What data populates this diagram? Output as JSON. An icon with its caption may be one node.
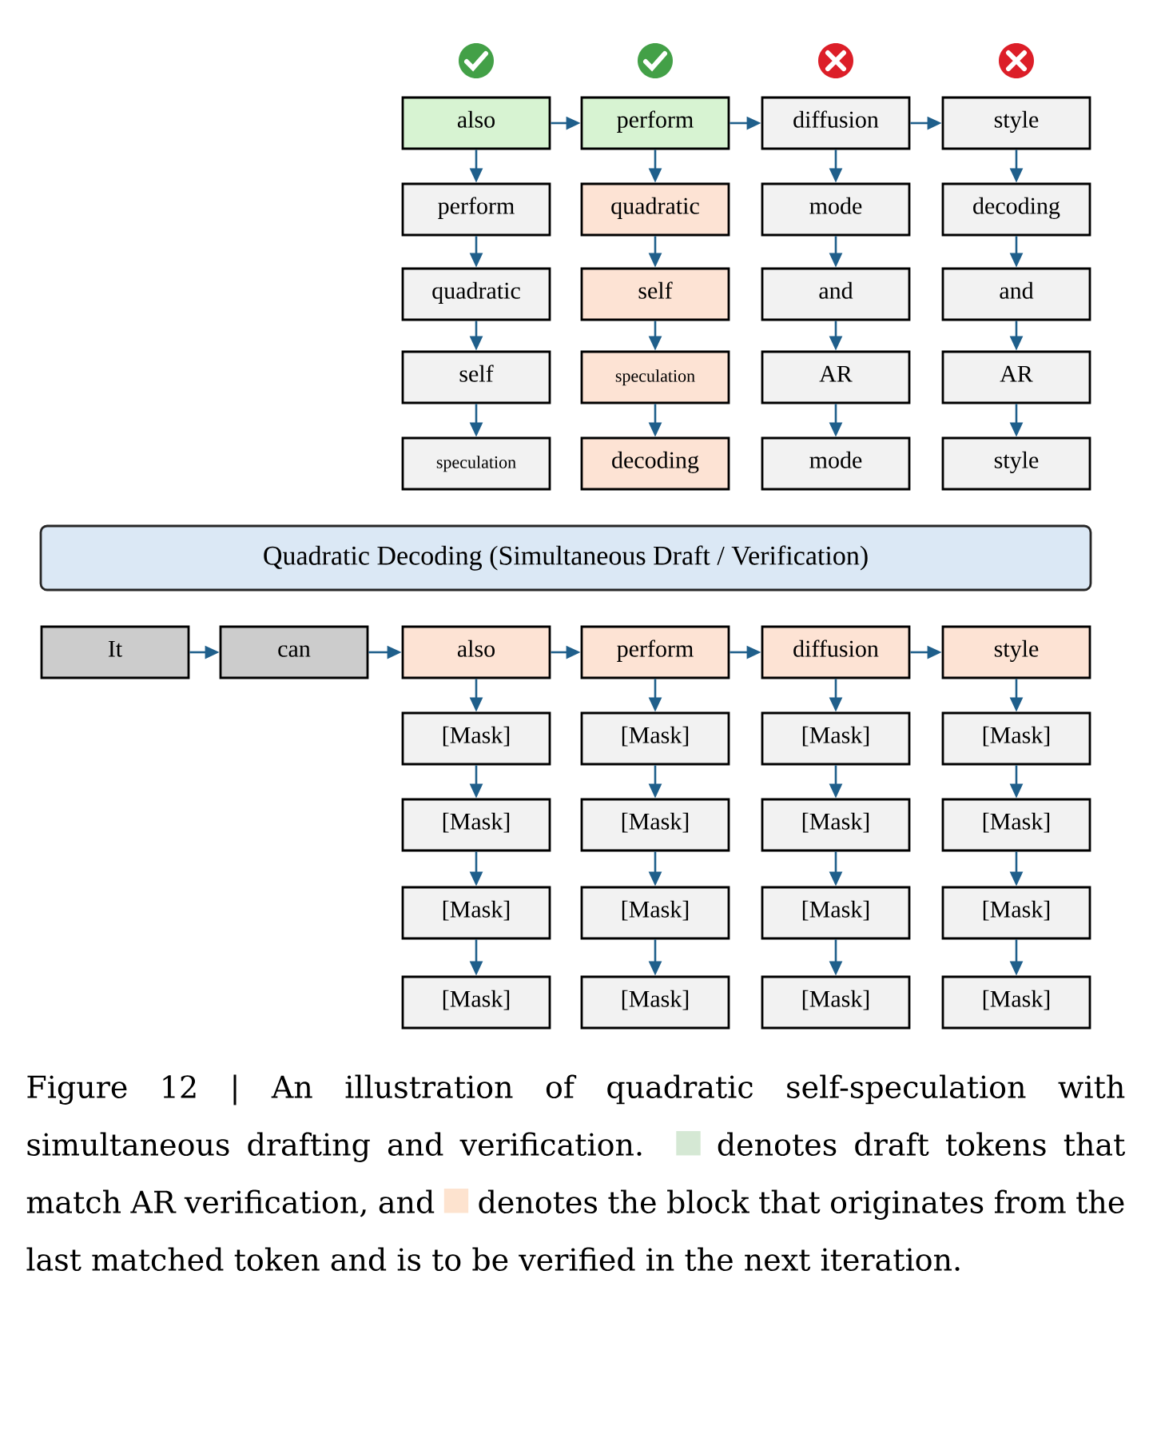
{
  "diagram": {
    "caption": "Figure 12 | An illustration of quadratic self-speculation with simultaneous drafting and verification.",
    "nodes": [
      {
        "text": [
          "also"
        ]
      },
      {
        "text": [
          "perform"
        ]
      },
      {
        "text": [
          "diffusion"
        ]
      },
      {
        "text": [
          "style"
        ]
      },
      {
        "text": [
          "perform"
        ]
      },
      {
        "text": [
          "quadratic"
        ]
      },
      {
        "text": [
          "mode"
        ]
      },
      {
        "text": [
          "decoding"
        ]
      },
      {
        "text": [
          "quadratic"
        ]
      },
      {
        "text": [
          "self"
        ]
      },
      {
        "text": [
          "and"
        ]
      },
      {
        "text": [
          "and"
        ]
      },
      {
        "text": [
          "self"
        ]
      },
      {
        "text": [
          "speculation"
        ]
      },
      {
        "text": [
          "AR"
        ]
      },
      {
        "text": [
          "AR"
        ]
      },
      {
        "text": [
          "speculation"
        ]
      },
      {
        "text": [
          "decoding"
        ]
      },
      {
        "text": [
          "mode"
        ]
      },
      {
        "text": [
          "style"
        ]
      },
      {
        "text": [
          "Quadratic Decoding (Simultaneous Draft / Verification)"
        ]
      },
      {
        "text": [
          "It"
        ]
      },
      {
        "text": [
          "can"
        ]
      },
      {
        "text": [
          "also"
        ]
      },
      {
        "text": [
          "perform"
        ]
      },
      {
        "text": [
          "diffusion"
        ]
      },
      {
        "text": [
          "style"
        ]
      },
      {
        "text": [
          "[Mask]"
        ]
      },
      {
        "text": [
          "[Mask]"
        ]
      },
      {
        "text": [
          "[Mask]"
        ]
      },
      {
        "text": [
          "[Mask]"
        ]
      },
      {
        "text": [
          "[Mask]"
        ]
      },
      {
        "text": [
          "[Mask]"
        ]
      },
      {
        "text": [
          "[Mask]"
        ]
      },
      {
        "text": [
          "[Mask]"
        ]
      },
      {
        "text": [
          "[Mask]"
        ]
      },
      {
        "text": [
          "[Mask]"
        ]
      },
      {
        "text": [
          "[Mask]"
        ]
      },
      {
        "text": [
          "[Mask]"
        ]
      },
      {
        "text": [
          "[Mask]"
        ]
      },
      {
        "text": [
          "[Mask]"
        ]
      },
      {
        "text": [
          "[Mask]"
        ]
      },
      {
        "text": [
          "[Mask]"
        ]
      }
    ],
    "edges": [
      {
        "from": 0,
        "to": 1,
        "arrow": "to"
      },
      {
        "from": 1,
        "to": 2,
        "arrow": "to"
      },
      {
        "from": 2,
        "to": 3,
        "arrow": "to"
      },
      {
        "from": 0,
        "to": 4,
        "arrow": "to"
      },
      {
        "from": 4,
        "to": 8,
        "arrow": "to"
      },
      {
        "from": 8,
        "to": 12,
        "arrow": "to"
      },
      {
        "from": 12,
        "to": 16,
        "arrow": "to"
      },
      {
        "from": 1,
        "to": 5,
        "arrow": "to"
      },
      {
        "from": 5,
        "to": 9,
        "arrow": "to"
      },
      {
        "from": 9,
        "to": 13,
        "arrow": "to"
      },
      {
        "from": 13,
        "to": 17,
        "arrow": "to"
      },
      {
        "from": 2,
        "to": 6,
        "arrow": "to"
      },
      {
        "from": 6,
        "to": 10,
        "arrow": "to"
      },
      {
        "from": 10,
        "to": 14,
        "arrow": "to"
      },
      {
        "from": 14,
        "to": 18,
        "arrow": "to"
      },
      {
        "from": 3,
        "to": 7,
        "arrow": "to"
      },
      {
        "from": 7,
        "to": 11,
        "arrow": "to"
      },
      {
        "from": 11,
        "to": 15,
        "arrow": "to"
      },
      {
        "from": 15,
        "to": 19,
        "arrow": "to"
      },
      {
        "from": 21,
        "to": 22,
        "arrow": "to"
      },
      {
        "from": 22,
        "to": 23,
        "arrow": "to"
      },
      {
        "from": 23,
        "to": 24,
        "arrow": "to"
      },
      {
        "from": 24,
        "to": 25,
        "arrow": "to"
      },
      {
        "from": 25,
        "to": 26,
        "arrow": "to"
      },
      {
        "from": 23,
        "to": 27,
        "arrow": "to"
      },
      {
        "from": 27,
        "to": 31,
        "arrow": "to"
      },
      {
        "from": 31,
        "to": 35,
        "arrow": "to"
      },
      {
        "from": 35,
        "to": 39,
        "arrow": "to"
      },
      {
        "from": 24,
        "to": 28,
        "arrow": "to"
      },
      {
        "from": 28,
        "to": 32,
        "arrow": "to"
      },
      {
        "from": 32,
        "to": 36,
        "arrow": "to"
      },
      {
        "from": 36,
        "to": 40,
        "arrow": "to"
      },
      {
        "from": 25,
        "to": 29,
        "arrow": "to"
      },
      {
        "from": 29,
        "to": 33,
        "arrow": "to"
      },
      {
        "from": 33,
        "to": 37,
        "arrow": "to"
      },
      {
        "from": 37,
        "to": 41,
        "arrow": "to"
      },
      {
        "from": 26,
        "to": 30,
        "arrow": "to"
      },
      {
        "from": 30,
        "to": 34,
        "arrow": "to"
      },
      {
        "from": 34,
        "to": 38,
        "arrow": "to"
      },
      {
        "from": 38,
        "to": 42,
        "arrow": "to"
      }
    ],
    "legend": [
      {
        "text": "denotes draft tokens that match AR verification, and",
        "color": "#d5e8d4"
      },
      {
        "text": "denotes the block that originates from the last matched token and is to be verified in the next iteration.",
        "color": "#fde3cf"
      }
    ]
  }
}
